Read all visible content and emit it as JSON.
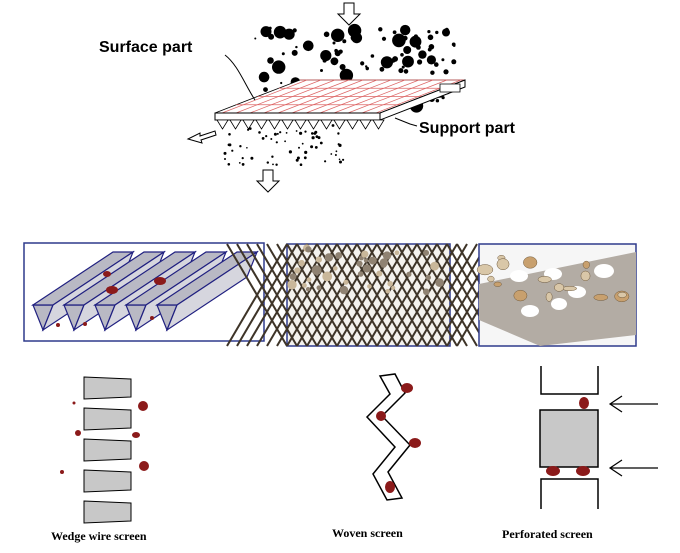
{
  "labels": {
    "surface_part": "Surface part",
    "support_part": "Support part"
  },
  "captions": {
    "wedge": "Wedge wire screen",
    "woven": "Woven screen",
    "perforated": "Perforated screen"
  },
  "icons": {
    "flow_arrow": "down-arrow-icon",
    "pointer_arrow": "left-arrow-icon"
  },
  "colors": {
    "particle": "#8b1a1a",
    "screen_fill": "#b9b9c4",
    "screen_outline": "#202080",
    "photo_frame": "#2f3a8c",
    "bar_fill": "#c8c8c8"
  }
}
